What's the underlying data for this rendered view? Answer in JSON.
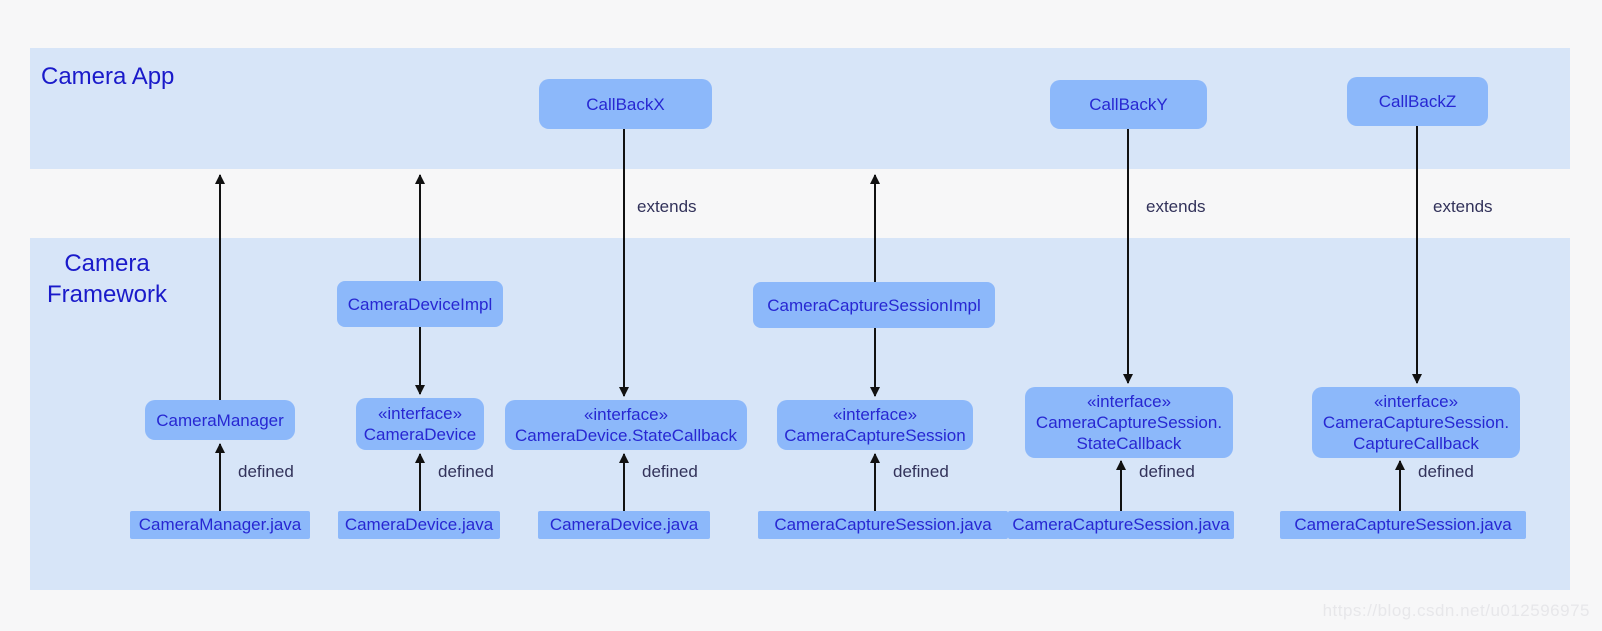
{
  "page": {
    "watermark": "https://blog.csdn.net/u012596975"
  },
  "colors": {
    "background": "#f7f7f8",
    "layer_band": "#d7e5f8",
    "node_fill": "#8cb8fa",
    "node_text": "#2727d2",
    "layer_title_text": "#1a1aca",
    "edge_label_text": "#32325a",
    "arrow": "#111111"
  },
  "layers": {
    "app": {
      "title": "Camera App"
    },
    "framework": {
      "title": "Camera Framework"
    }
  },
  "nodes": {
    "callback_x": {
      "label": "CallBackX"
    },
    "callback_y": {
      "label": "CallBackY"
    },
    "callback_z": {
      "label": "CallBackZ"
    },
    "camera_device_impl": {
      "label": "CameraDeviceImpl"
    },
    "camera_capture_session_impl": {
      "label": "CameraCaptureSessionImpl"
    },
    "camera_manager": {
      "label": "CameraManager"
    },
    "iface_camera_device": {
      "stereotype": "«interface»",
      "name": "CameraDevice"
    },
    "iface_camera_device_state_callback": {
      "stereotype": "«interface»",
      "name": "CameraDevice.StateCallback"
    },
    "iface_camera_capture_session": {
      "stereotype": "«interface»",
      "name": "CameraCaptureSession"
    },
    "iface_ccs_state_callback": {
      "stereotype": "«interface»",
      "name": "CameraCaptureSession.",
      "name2": "StateCallback"
    },
    "iface_ccs_capture_callback": {
      "stereotype": "«interface»",
      "name": "CameraCaptureSession.",
      "name2": "CaptureCallback"
    }
  },
  "files": {
    "camera_manager_java": "CameraManager.java",
    "camera_device_java_1": "CameraDevice.java",
    "camera_device_java_2": "CameraDevice.java",
    "camera_capture_session_java_1": "CameraCaptureSession.java",
    "camera_capture_session_java_2": "CameraCaptureSession.java",
    "camera_capture_session_java_3": "CameraCaptureSession.java"
  },
  "edge_labels": {
    "extends": "extends",
    "defined": "defined"
  }
}
